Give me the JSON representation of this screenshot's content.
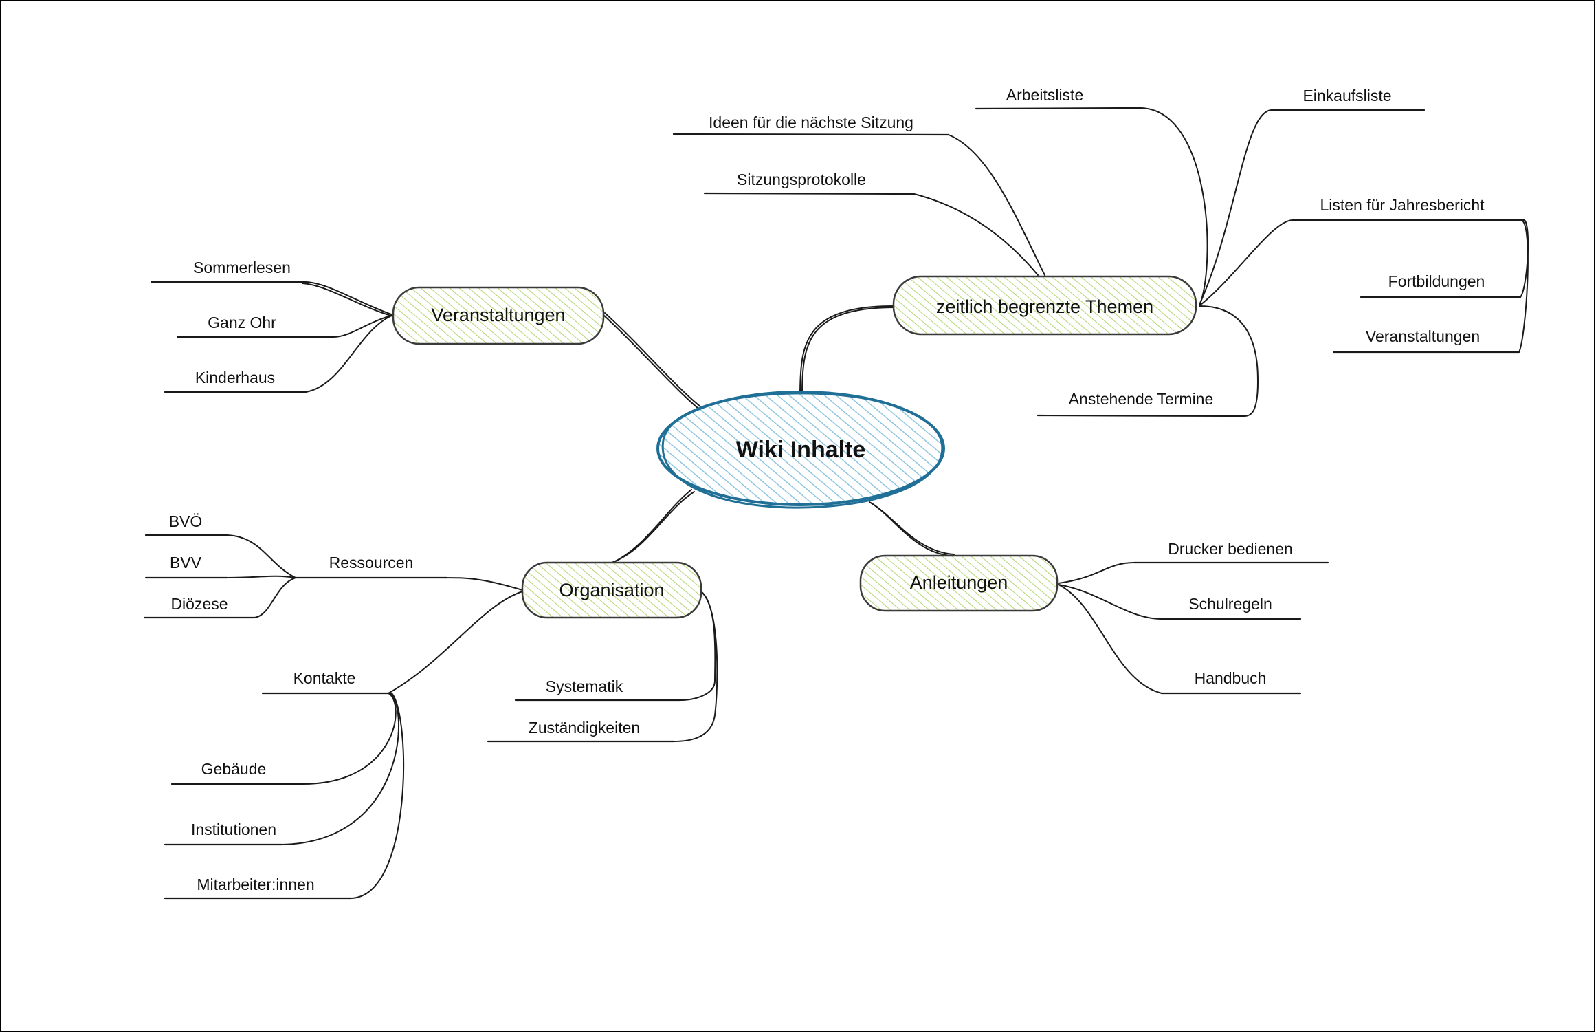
{
  "central": {
    "label": "Wiki Inhalte"
  },
  "branches": {
    "zeitlich": {
      "label": "zeitlich begrenzte Themen",
      "children": {
        "ideen": "Ideen für die nächste Sitzung",
        "sitzungsprotokolle": "Sitzungsprotokolle",
        "arbeitsliste": "Arbeitsliste",
        "einkaufsliste": "Einkaufsliste",
        "listen": "Listen für Jahresbericht",
        "anstehende": "Anstehende Termine"
      },
      "listen_children": {
        "fortbildungen": "Fortbildungen",
        "veranstaltungen": "Veranstaltungen"
      }
    },
    "veranstaltungen": {
      "label": "Veranstaltungen",
      "children": {
        "sommerlesen": "Sommerlesen",
        "ganzohr": "Ganz Ohr",
        "kinderhaus": "Kinderhaus"
      }
    },
    "organisation": {
      "label": "Organisation",
      "children": {
        "ressourcen": "Ressourcen",
        "kontakte": "Kontakte",
        "systematik": "Systematik",
        "zustaendigkeiten": "Zuständigkeiten"
      },
      "ressourcen_children": {
        "bvoe": "BVÖ",
        "bvv": "BVV",
        "dioezese": "Diözese"
      },
      "kontakte_children": {
        "gebaeude": "Gebäude",
        "institutionen": "Institutionen",
        "mitarbeiter": "Mitarbeiter:innen"
      }
    },
    "anleitungen": {
      "label": "Anleitungen",
      "children": {
        "drucker": "Drucker bedienen",
        "schulregeln": "Schulregeln",
        "handbuch": "Handbuch"
      }
    }
  },
  "colors": {
    "central_stroke": "#1f6f96",
    "central_hatch": "#8fc6e0",
    "branch_hatch": "#b5d97a",
    "line": "#1a1a1a"
  }
}
